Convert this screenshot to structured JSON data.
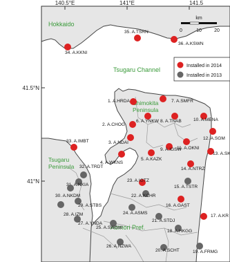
{
  "axes": {
    "lon_ticks": [
      "140.5°E",
      "141°E",
      "141.5"
    ],
    "lat_ticks": [
      "41.5°N",
      "41°N"
    ]
  },
  "scale_bar": {
    "unit": "km",
    "ticks": [
      "0",
      "10",
      "20"
    ]
  },
  "legend": {
    "items": [
      {
        "label": "Installed in 2014",
        "color": "#dd2222"
      },
      {
        "label": "Installed in 2013",
        "color": "#666666"
      }
    ]
  },
  "regions": [
    "Hokkaido",
    "Tsugaru Channel",
    "Shimokita\nPeninsula",
    "Tsugaru\nPeninsula",
    "Aomori Pref."
  ],
  "stations": [
    {
      "label": "35. A.TSRN",
      "year": 2014
    },
    {
      "label": "36. A.KSWN",
      "year": 2014
    },
    {
      "label": "34. A.KKNI",
      "year": 2014
    },
    {
      "label": "1. A.HRDA",
      "year": 2014
    },
    {
      "label": "7. A.SMFR",
      "year": 2014
    },
    {
      "label": "2. A.CHOG",
      "year": 2014
    },
    {
      "label": "6. A.YNKW",
      "year": 2014
    },
    {
      "label": "8. A.TNAB",
      "year": 2014
    },
    {
      "label": "10. A.MENA",
      "year": 2014
    },
    {
      "label": "3. A.NDAI",
      "year": 2014
    },
    {
      "label": "12. A.SGM",
      "year": 2014
    },
    {
      "label": "9. A.IGSW",
      "year": 2014
    },
    {
      "label": "11. A.OKNI",
      "year": 2014
    },
    {
      "label": "13. A.SK",
      "year": 2014
    },
    {
      "label": "5. A.KAZK",
      "year": 2014
    },
    {
      "label": "4. A.WKNS",
      "year": 2014
    },
    {
      "label": "14. A.NTRZ",
      "year": 2014
    },
    {
      "label": "33. A.IMBT",
      "year": 2014
    },
    {
      "label": "32. A.TRDT",
      "year": 2013
    },
    {
      "label": "31. A.NKIA",
      "year": 2013
    },
    {
      "label": "30. A.NKDM",
      "year": 2013
    },
    {
      "label": "29. A.STBS",
      "year": 2013
    },
    {
      "label": "28. A.IZM",
      "year": 2013
    },
    {
      "label": "23. A.IGTZ",
      "year": 2014
    },
    {
      "label": "15. A.TSTR",
      "year": 2013
    },
    {
      "label": "22. A.KCHR",
      "year": 2013
    },
    {
      "label": "24. A.ASMS",
      "year": 2013
    },
    {
      "label": "16. A.GAST",
      "year": 2014
    },
    {
      "label": "27. A.YNDA",
      "year": 2013
    },
    {
      "label": "21. A.STDJ",
      "year": 2013
    },
    {
      "label": "17. A.KR",
      "year": 2014
    },
    {
      "label": "25. A.SWSW",
      "year": 2013
    },
    {
      "label": "18. A.HKGG",
      "year": 2013
    },
    {
      "label": "26. A.NZWA",
      "year": 2013
    },
    {
      "label": "20. A.SCHT",
      "year": 2013
    },
    {
      "label": "19. A.FRMG",
      "year": 2013
    }
  ]
}
